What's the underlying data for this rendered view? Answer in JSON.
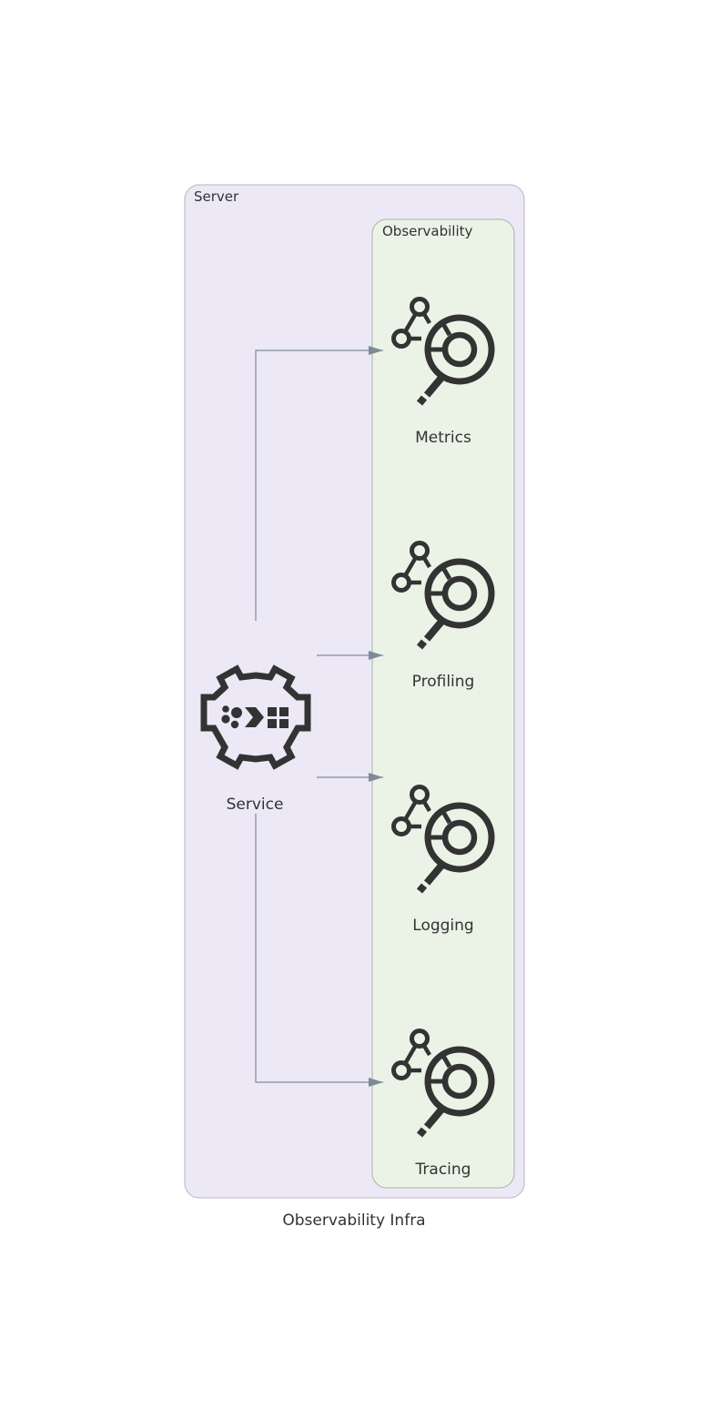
{
  "diagram": {
    "title": "Observability Infra",
    "clusters": {
      "server": {
        "label": "Server",
        "fill": "#ECE8F6",
        "stroke": "#B7B3C2"
      },
      "observability": {
        "label": "Observability",
        "fill": "#EBF3E7",
        "stroke": "#A8B2A6"
      }
    },
    "nodes": {
      "service": {
        "label": "Service",
        "icon": "service-gear-icon"
      },
      "metrics": {
        "label": "Metrics",
        "icon": "observability-icon"
      },
      "profiling": {
        "label": "Profiling",
        "icon": "observability-icon"
      },
      "logging": {
        "label": "Logging",
        "icon": "observability-icon"
      },
      "tracing": {
        "label": "Tracing",
        "icon": "observability-icon"
      }
    },
    "edges": [
      {
        "from": "Service",
        "to": "Metrics"
      },
      {
        "from": "Service",
        "to": "Profiling"
      },
      {
        "from": "Service",
        "to": "Logging"
      },
      {
        "from": "Service",
        "to": "Tracing"
      }
    ],
    "colors": {
      "edge": "#7F8A99",
      "icon": "#333333",
      "text": "#333333"
    }
  }
}
